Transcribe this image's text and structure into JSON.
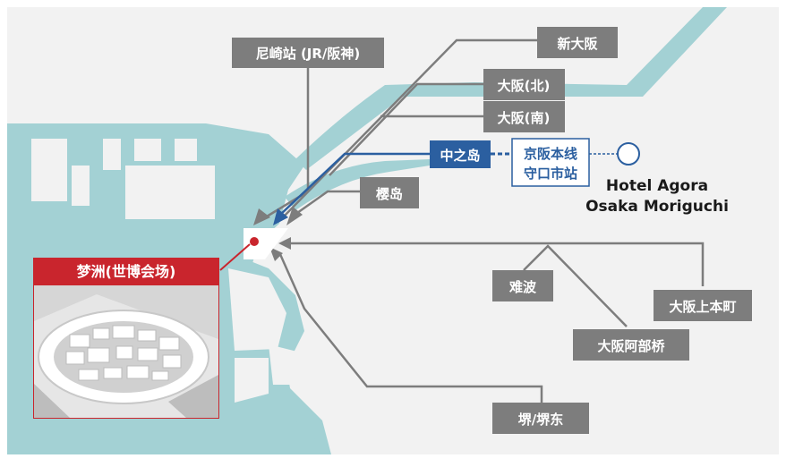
{
  "colors": {
    "water": "#a3d1d4",
    "land": "#f2f2f2",
    "label_bg": "#7d7d7d",
    "route": "#7d7d7d",
    "keihan": "#2b5fa0",
    "expo": "#c9252d"
  },
  "stations": {
    "amagasaki": "尼崎站 (JR/阪神)",
    "shin_osaka": "新大阪",
    "osaka_kita": "大阪(北)",
    "osaka_minami": "大阪(南)",
    "sakurajima": "樱岛",
    "nakanoshima": "中之岛",
    "keihan_line": "京阪本线",
    "moriguchishi": "守口市站",
    "namba": "难波",
    "uehommachi": "大阪上本町",
    "abeno": "大阪阿部桥",
    "sakai": "堺/堺东"
  },
  "hotel": {
    "line1": "Hotel Agora",
    "line2": "Osaka Moriguchi"
  },
  "expo": {
    "title": "梦洲(世博会场)"
  }
}
